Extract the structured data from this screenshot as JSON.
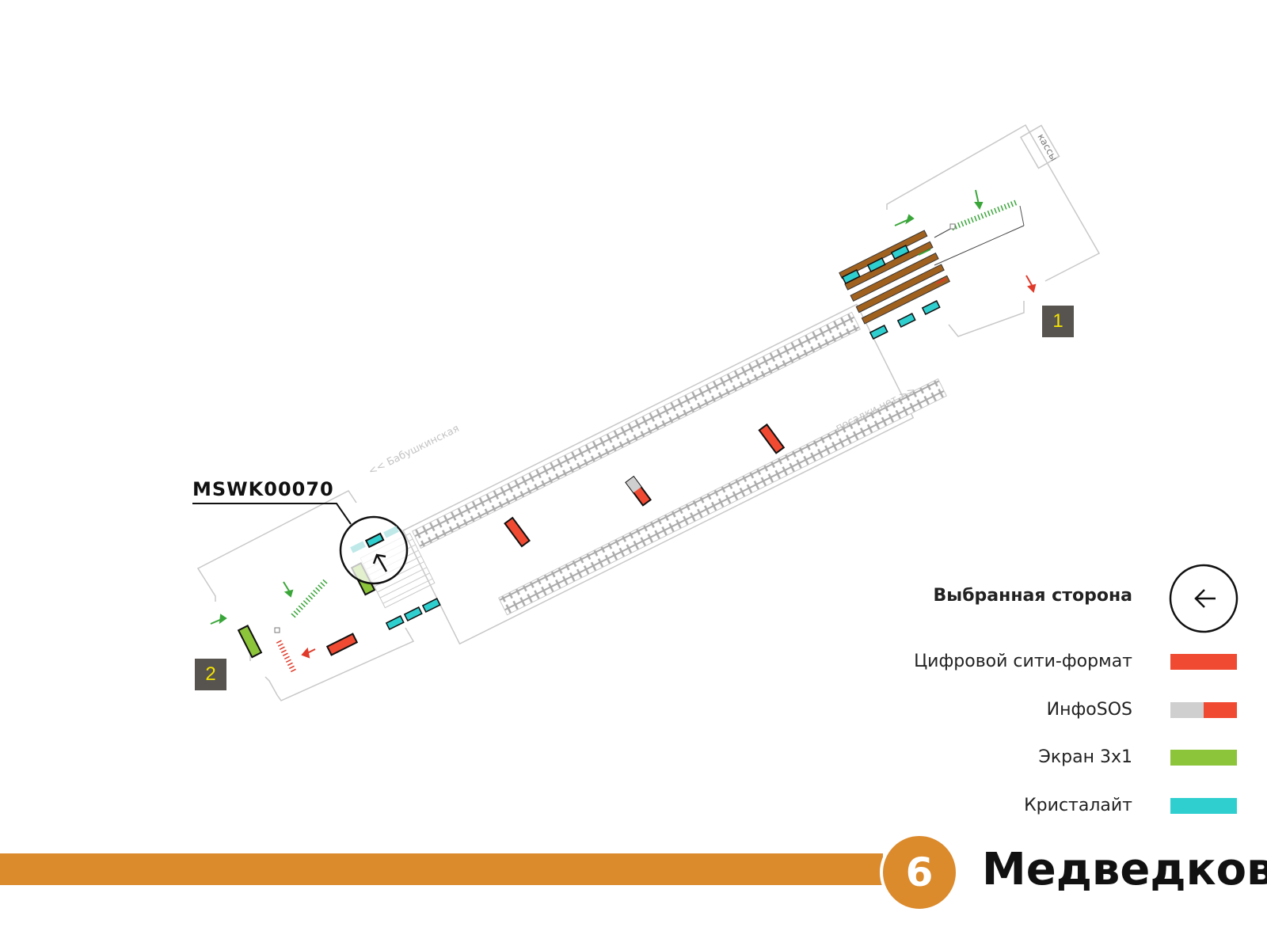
{
  "station": {
    "name": "Медведково",
    "line_number": "6",
    "line_color": "#db8a2c"
  },
  "selected_code": "MSWK00070",
  "exits": [
    {
      "number": "1"
    },
    {
      "number": "2"
    }
  ],
  "map_labels": {
    "ticket_office": "кассы",
    "direction_left": "<< Бабушкинская",
    "direction_right": "посадки нет >>"
  },
  "legend": {
    "title": "Выбранная сторона",
    "items": [
      {
        "label": "Цифровой сити-формат",
        "color": "#f04a32"
      },
      {
        "label": "ИнфоSOS",
        "color": "#f04a32",
        "secondary_color": "#cfcfcf"
      },
      {
        "label": "Экран 3x1",
        "color": "#8cc43a"
      },
      {
        "label": "Кристалайт",
        "color": "#2fcfcf"
      }
    ]
  },
  "colors": {
    "outline": "#c8c8c8",
    "stairs": "#a0611f",
    "arrow_in": "#3aa63a",
    "arrow_out": "#e03a2a"
  }
}
